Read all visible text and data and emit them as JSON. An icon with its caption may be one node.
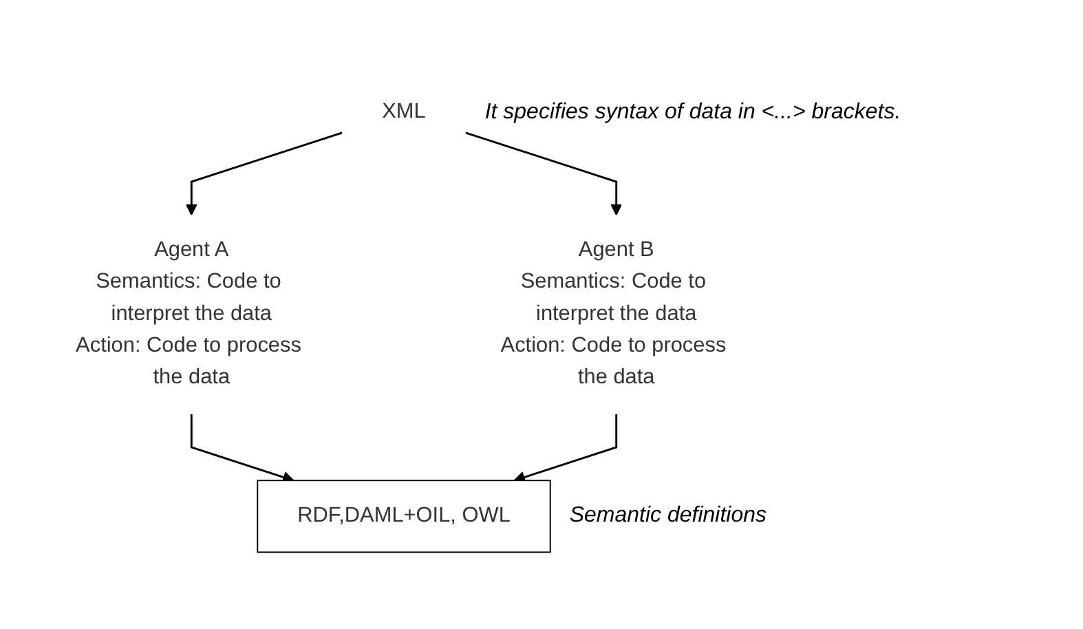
{
  "diagram": {
    "nodes": [
      {
        "text": [
          "XML"
        ],
        "beside": [
          "It specifies syntax of data in <...> brackets."
        ]
      },
      {
        "text": [
          "Agent A",
          "Semantics: Code to interpret the data",
          "Action: Code to process the data"
        ]
      },
      {
        "text": [
          "Agent B",
          "Semantics: Code to interpret the data",
          "Action: Code to process the data"
        ]
      },
      {
        "text": [
          "RDF,DAML+OIL, OWL"
        ],
        "beside": [
          "Semantic definitions"
        ]
      }
    ],
    "edges": [
      {
        "from": 0,
        "to": 1,
        "arrow": "to"
      },
      {
        "from": 0,
        "to": 2,
        "arrow": "to"
      },
      {
        "from": 1,
        "to": 3,
        "arrow": "to"
      },
      {
        "from": 2,
        "to": 3,
        "arrow": "to"
      }
    ]
  }
}
